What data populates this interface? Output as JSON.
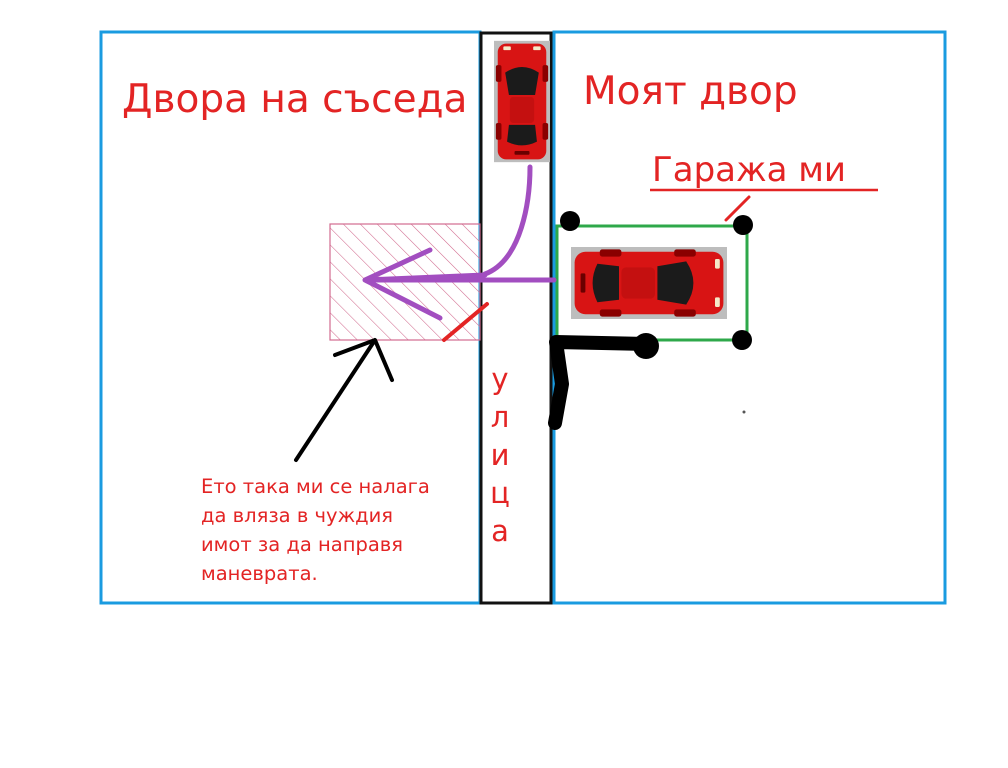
{
  "labels": {
    "neighbor_yard": "Двора на съседа",
    "my_yard": "Моят двор",
    "my_garage": "Гаража ми",
    "street_letters": [
      "у",
      "л",
      "и",
      "ц",
      "а"
    ],
    "note_lines": [
      "Ето така ми се налага",
      "да вляза в чуждия",
      "имот за да направя",
      "маневрата."
    ]
  },
  "colors": {
    "text_red": "#e32424",
    "yard_border": "#1a9be0",
    "street_border": "#111111",
    "garage_border": "#2ea84a",
    "path_purple": "#a24ec0",
    "hatch_pink": "#d16b8f",
    "car_red": "#d81414",
    "pointer_black": "#000000"
  },
  "icons": {
    "car": "car-top-view-icon",
    "path": "u-turn-arrow-icon",
    "pointer": "pointer-arrow-icon"
  }
}
